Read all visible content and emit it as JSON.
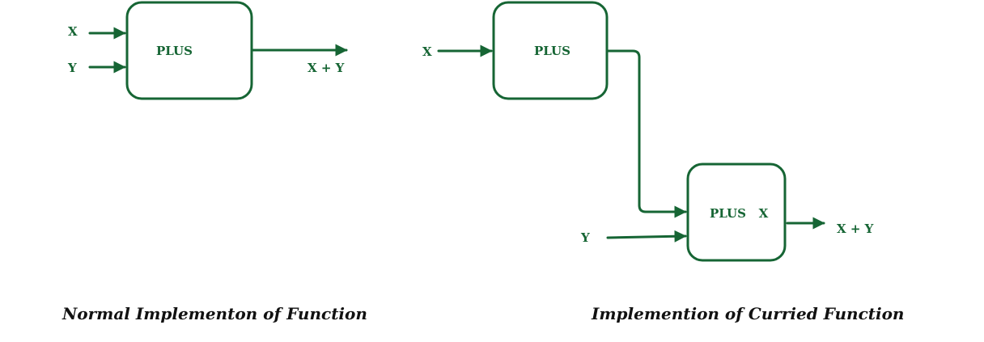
{
  "theme": {
    "stroke_color": "#166534",
    "text_color": "#166534",
    "caption_color": "#111111"
  },
  "normal": {
    "input_x": "X",
    "input_y": "Y",
    "box_label": "PLUS",
    "output_label": "X + Y",
    "caption": "Normal Implementon of Function"
  },
  "curried": {
    "input_x": "X",
    "box1_label": "PLUS",
    "input_y": "Y",
    "box2_label": "PLUS   X",
    "output_label": "X + Y",
    "caption": "Implemention of Curried Function"
  }
}
